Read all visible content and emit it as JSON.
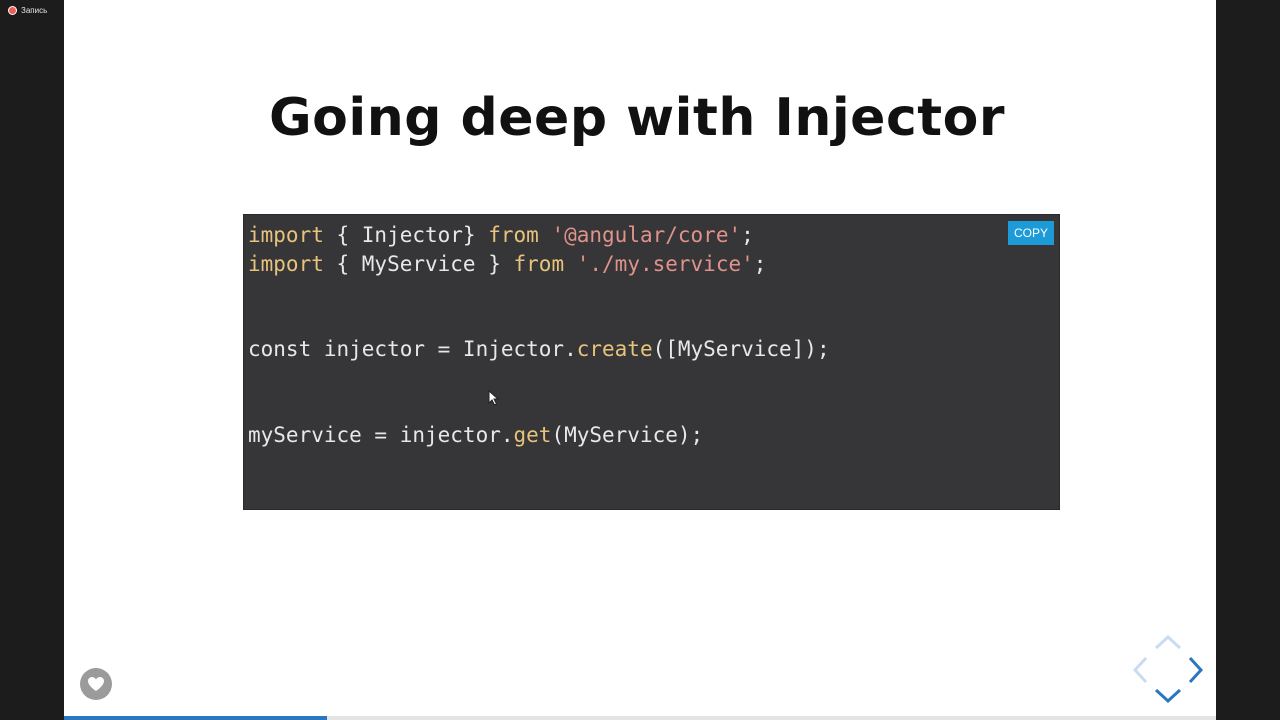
{
  "recording": {
    "label": "Запись"
  },
  "slide": {
    "title": "Going deep with Injector",
    "copy_label": "COPY",
    "code_lines": [
      [
        {
          "text": "import",
          "cls": "kw"
        },
        {
          "text": " { Injector} ",
          "cls": ""
        },
        {
          "text": "from",
          "cls": "kw"
        },
        {
          "text": " ",
          "cls": ""
        },
        {
          "text": "'@angular/core'",
          "cls": "str"
        },
        {
          "text": ";",
          "cls": ""
        }
      ],
      [
        {
          "text": "import",
          "cls": "kw"
        },
        {
          "text": " { MyService } ",
          "cls": ""
        },
        {
          "text": "from",
          "cls": "kw"
        },
        {
          "text": " ",
          "cls": ""
        },
        {
          "text": "'./my.service'",
          "cls": "str"
        },
        {
          "text": ";",
          "cls": ""
        }
      ],
      [],
      [],
      [
        {
          "text": "const injector = Injector.",
          "cls": ""
        },
        {
          "text": "create",
          "cls": "fn"
        },
        {
          "text": "([MyService]);",
          "cls": ""
        }
      ],
      [],
      [],
      [
        {
          "text": "myService = injector.",
          "cls": ""
        },
        {
          "text": "get",
          "cls": "fn"
        },
        {
          "text": "(MyService);",
          "cls": ""
        }
      ]
    ]
  },
  "progress": {
    "fraction": 0.228
  },
  "icons": {
    "heart": "heart-icon",
    "nav_up": "chevron-up-icon",
    "nav_down": "chevron-down-icon",
    "nav_left": "chevron-left-icon",
    "nav_right": "chevron-right-icon",
    "cursor": "mouse-cursor-icon"
  },
  "colors": {
    "code_background": "#363538",
    "copy_button": "#1c9bd8",
    "keyword": "#e7c37c",
    "string": "#e0938a",
    "progress": "#2a76bf"
  }
}
